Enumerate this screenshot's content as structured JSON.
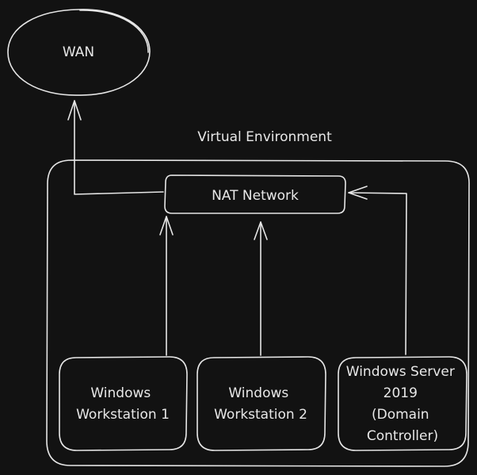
{
  "diagram": {
    "nodes": {
      "wan": {
        "label": "WAN"
      },
      "environment": {
        "label": "Virtual Environment"
      },
      "nat": {
        "label": "NAT Network"
      },
      "ws1": {
        "lines": [
          "Windows",
          "Workstation 1"
        ]
      },
      "ws2": {
        "lines": [
          "Windows",
          "Workstation 2"
        ]
      },
      "server": {
        "lines": [
          "Windows Server",
          "2019",
          "(Domain",
          "Controller)"
        ]
      }
    },
    "edges": [
      {
        "from": "nat",
        "to": "wan"
      },
      {
        "from": "ws1",
        "to": "nat"
      },
      {
        "from": "ws2",
        "to": "nat"
      },
      {
        "from": "server",
        "to": "nat"
      }
    ]
  }
}
